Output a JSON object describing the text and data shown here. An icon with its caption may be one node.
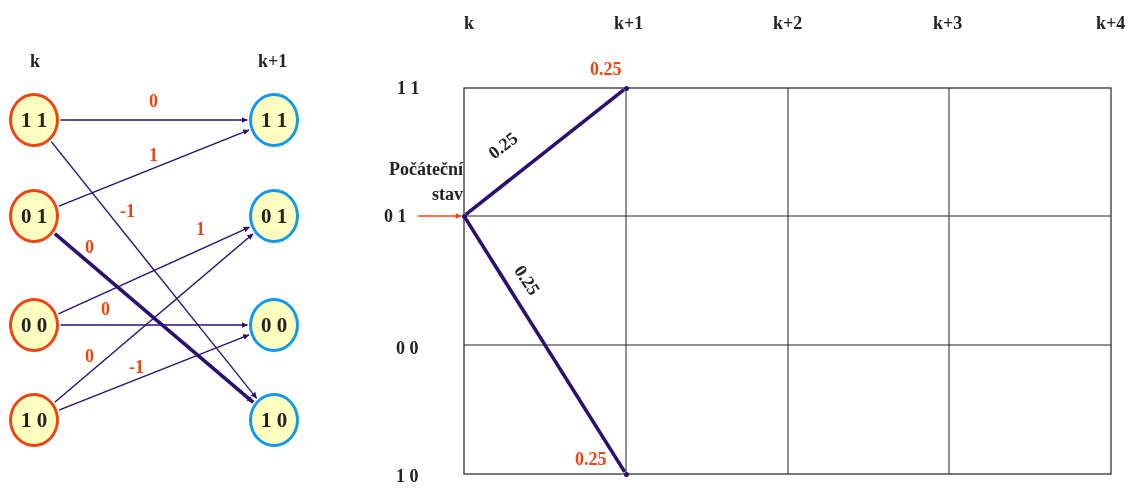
{
  "diagram": {
    "nodes": [
      {
        "text": [
          "1 1"
        ]
      },
      {
        "text": [
          "0 1"
        ]
      },
      {
        "text": [
          "0 0"
        ]
      },
      {
        "text": [
          "1 0"
        ]
      },
      {
        "text": [
          "1 1"
        ]
      },
      {
        "text": [
          "0 1"
        ]
      },
      {
        "text": [
          "0 0"
        ]
      },
      {
        "text": [
          "1 0"
        ]
      },
      {
        "text": [],
        "shape": "point"
      },
      {
        "text": [],
        "shape": "point",
        "beside": [
          "0.25"
        ]
      },
      {
        "text": [],
        "shape": "point",
        "beside": [
          "0.25"
        ]
      }
    ],
    "edges": [
      {
        "from": 0,
        "to": 4,
        "arrow": "to",
        "label": "0"
      },
      {
        "from": 0,
        "to": 7,
        "arrow": "to",
        "label": "-1"
      },
      {
        "from": 1,
        "to": 4,
        "arrow": "to",
        "label": "1"
      },
      {
        "from": 1,
        "to": 7,
        "arrow": "to",
        "label": "0",
        "style": "thick"
      },
      {
        "from": 2,
        "to": 5,
        "arrow": "to",
        "label": "1"
      },
      {
        "from": 2,
        "to": 6,
        "arrow": "to",
        "label": "0"
      },
      {
        "from": 3,
        "to": 5,
        "arrow": "to",
        "label": "0"
      },
      {
        "from": 3,
        "to": 6,
        "arrow": "to",
        "label": "-1"
      },
      {
        "from": 8,
        "to": 9,
        "arrow": "none",
        "label": "0.25",
        "style": "thick"
      },
      {
        "from": 8,
        "to": 10,
        "arrow": "none",
        "label": "0.25",
        "style": "thick"
      },
      {
        "from": null,
        "to": 8,
        "arrow": "to",
        "color": "#ee4411"
      }
    ],
    "labels": [
      "k",
      "k+1",
      "k",
      "k+1",
      "k+2",
      "k+3",
      "k+4",
      "1 1",
      "Počáteční stav",
      "0 1",
      "0 0",
      "1 0"
    ]
  }
}
